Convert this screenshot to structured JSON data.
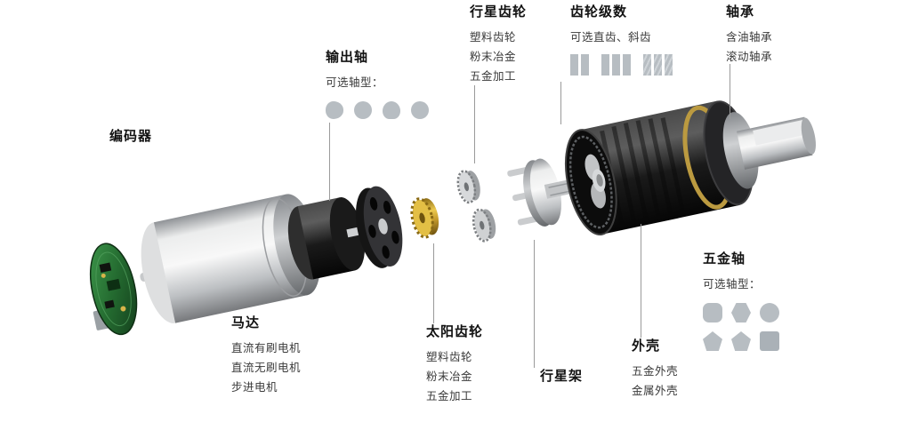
{
  "labels": {
    "encoder": {
      "title": "编码器"
    },
    "output_shaft": {
      "title": "输出轴",
      "subtitle": "可选轴型：",
      "icons": [
        "d-cut-shaft",
        "round-shaft",
        "flat-shaft",
        "round-shaft"
      ]
    },
    "planet_gear": {
      "title": "行星齿轮",
      "items": [
        "塑料齿轮",
        "粉末冶金",
        "五金加工"
      ]
    },
    "gear_stages": {
      "title": "齿轮级数",
      "subtitle": "可选直齿、斜齿",
      "icons": [
        "two-stage",
        "three-stage",
        "three-stage-helical"
      ]
    },
    "bearing": {
      "title": "轴承",
      "items": [
        "含油轴承",
        "滚动轴承"
      ]
    },
    "motor": {
      "title": "马达",
      "items": [
        "直流有刷电机",
        "直流无刷电机",
        "步进电机"
      ]
    },
    "sun_gear": {
      "title": "太阳齿轮",
      "items": [
        "塑料齿轮",
        "粉末冶金",
        "五金加工"
      ]
    },
    "planet_carrier": {
      "title": "行星架"
    },
    "housing": {
      "title": "外壳",
      "items": [
        "五金外壳",
        "金属外壳"
      ]
    },
    "metal_shaft": {
      "title": "五金轴",
      "subtitle": "可选轴型：",
      "icons": [
        "rounded-square",
        "hexagon",
        "round",
        "pentagon",
        "pentagon",
        "square"
      ]
    }
  },
  "colors": {
    "text_title": "#121212",
    "text_body": "#3a3a3a",
    "icon_gray": "#b7bdc2",
    "leader_line": "#9a9a9a",
    "pcb_green": "#2e7d3a",
    "brass": "#c39b3c",
    "housing_black": "#161616",
    "motor_silver": "#e9eaeb"
  }
}
